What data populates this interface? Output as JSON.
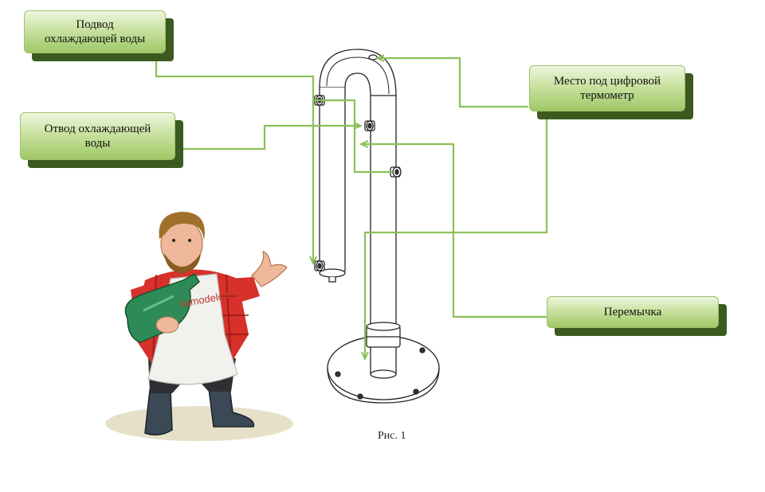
{
  "callouts": {
    "inlet": "Подвод\nохлаждающей воды",
    "outlet": "Отвод охлаждающей\nводы",
    "thermometer": "Место под цифровой\nтермометр",
    "bridge": "Перемычка"
  },
  "caption": "Рис. 1",
  "watermark": "samodeloff.ru",
  "colors": {
    "leader_line": "#8cc05a",
    "callout_shadow": "#3c5a1f",
    "callout_fill": "#b9d98a",
    "shirt_red": "#d8302a",
    "bottle_green": "#2e8b57"
  }
}
